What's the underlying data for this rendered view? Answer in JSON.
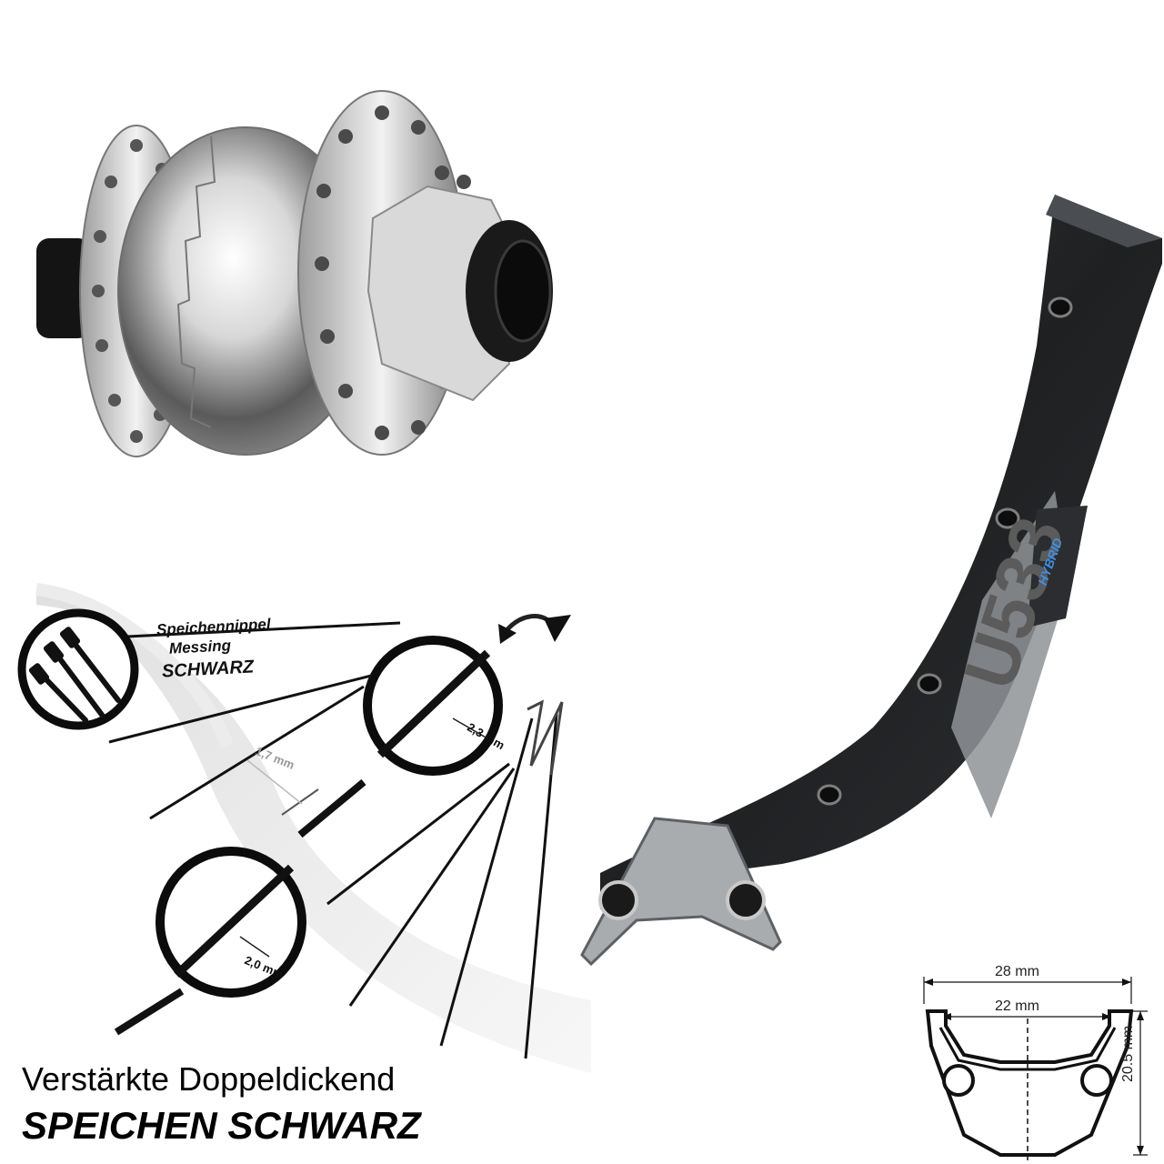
{
  "colors": {
    "background": "#ffffff",
    "rim_black": "#222426",
    "hub_silver": "#c8c8c8",
    "accent_blue": "#3f8fe6"
  },
  "spoke_panel": {
    "nipple_label_line1": "Speichennippel",
    "nipple_label_line2": "Messing",
    "nipple_label_line3": "SCHWARZ",
    "dimension_outer": "2,3 mm",
    "dimension_middle": "1,7 mm",
    "dimension_lower": "2,0 mm"
  },
  "headline": {
    "line1": "Verstärkte Doppeldickend",
    "line2": "SPEICHEN SCHWARZ"
  },
  "rim": {
    "model": "U533",
    "brand_label": "HYBRID"
  },
  "profile": {
    "outer_width": "28 mm",
    "inner_width": "22 mm",
    "height": "20.5 mm"
  }
}
